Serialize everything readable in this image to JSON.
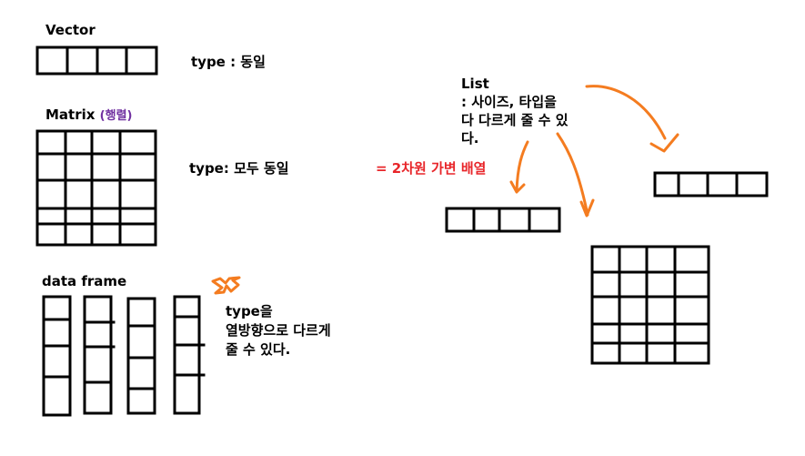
{
  "vector": {
    "title": "Vector",
    "type_note": "type : 동일"
  },
  "matrix": {
    "title": "Matrix",
    "title_korean": "(행렬)",
    "type_note": "type: 모두 동일",
    "array_note": "= 2차원 가변 배열"
  },
  "data_frame": {
    "title": "data frame",
    "type_note_lines": [
      "type을",
      "열방향으로 다르게",
      "줄 수 있다."
    ]
  },
  "list": {
    "title": "List",
    "desc_lines": [
      ": 사이즈, 타입을",
      "다 다르게 줄 수 있",
      "다."
    ]
  },
  "colors": {
    "ink": "#000000",
    "accent_orange": "#f47c20",
    "highlight_red": "#e8262a",
    "korean_purple": "#7030a0"
  }
}
